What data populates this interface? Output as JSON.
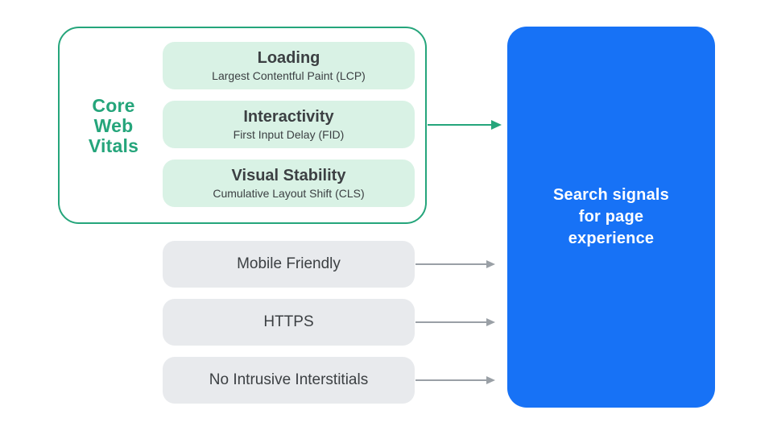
{
  "colors": {
    "green": "#25A57B",
    "mint": "#D9F2E5",
    "pill_gray": "#E8EAED",
    "text_dark": "#3C4043",
    "arrow_gray": "#9AA0A6",
    "blue": "#1772F6",
    "panel_text": "#FFFFFF",
    "background": "#FFFFFF"
  },
  "core_web_vitals": {
    "label": "Core Web Vitals",
    "metrics": [
      {
        "title": "Loading",
        "subtitle": "Largest Contentful Paint (LCP)"
      },
      {
        "title": "Interactivity",
        "subtitle": "First Input Delay (FID)"
      },
      {
        "title": "Visual Stability",
        "subtitle": "Cumulative Layout Shift (CLS)"
      }
    ]
  },
  "other_signals": [
    {
      "label": "Mobile Friendly"
    },
    {
      "label": "HTTPS"
    },
    {
      "label": "No Intrusive Interstitials"
    }
  ],
  "result_panel": {
    "title_lines": [
      "Search signals",
      "for page",
      "experience"
    ]
  }
}
